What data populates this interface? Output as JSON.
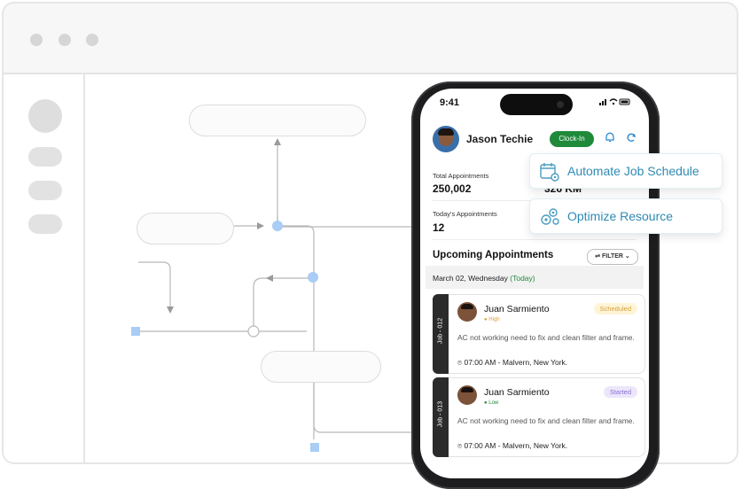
{
  "phone": {
    "status_time": "9:41",
    "profile_name": "Jason Techie",
    "clockin_label": "Clock-In",
    "stats": {
      "total_label": "Total Appointments",
      "total_value": "250,002",
      "distance_value": "326 KM",
      "today_label": "Today's Appointments",
      "today_value": "12"
    },
    "upcoming_title": "Upcoming Appointments",
    "filter_label": "FILTER",
    "date_prefix": "March 02, Wednesday",
    "date_today": "(Today)",
    "jobs": [
      {
        "tab": "Job - 012",
        "name": "Juan Sarmiento",
        "priority": "High",
        "status": "Scheduled",
        "description": "AC not working need to fix and clean filter and frame.",
        "location": "07:00 AM - Malvern, New York."
      },
      {
        "tab": "Job - 013",
        "name": "Juan Sarmiento",
        "priority": "Low",
        "status": "Started",
        "description": "AC not working need to fix and clean filter and frame.",
        "location": "07:00 AM - Malvern, New York."
      }
    ]
  },
  "popups": {
    "automate": "Automate Job Schedule",
    "optimize": "Optimize Resource"
  },
  "colors": {
    "accent_blue": "#2f8bb3",
    "clockin_green": "#1f8a3a",
    "flow_dot": "#9fc7f5",
    "scheduled_bg": "#fff4d6",
    "scheduled_fg": "#d6a13a",
    "started_bg": "#ece6fb",
    "started_fg": "#8a6fd3"
  },
  "icons": [
    "bell-icon",
    "refresh-icon",
    "calendar-gear-icon",
    "gears-icon",
    "location-pin-icon"
  ]
}
